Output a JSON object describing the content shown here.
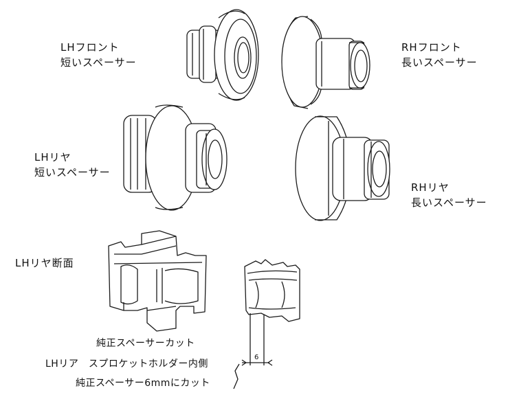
{
  "labels": {
    "lh_front": {
      "line1": "LHフロント",
      "line2": "短いスペーサー"
    },
    "rh_front": {
      "line1": "RHフロント",
      "line2": "長いスペーサー"
    },
    "lh_rear": {
      "line1": "LHリヤ",
      "line2": "短いスペーサー"
    },
    "rh_rear": {
      "line1": "RHリヤ",
      "line2": "長いスペーサー"
    },
    "lh_rear_section": "LHリヤ断面"
  },
  "notes": {
    "cut_title": "純正スペーサーカット",
    "lh_rear_sprocket": "LHリア　スプロケットホルダー内側",
    "cut_6mm": "純正スペーサー6mmにカット"
  },
  "dimension": {
    "value": "6"
  }
}
